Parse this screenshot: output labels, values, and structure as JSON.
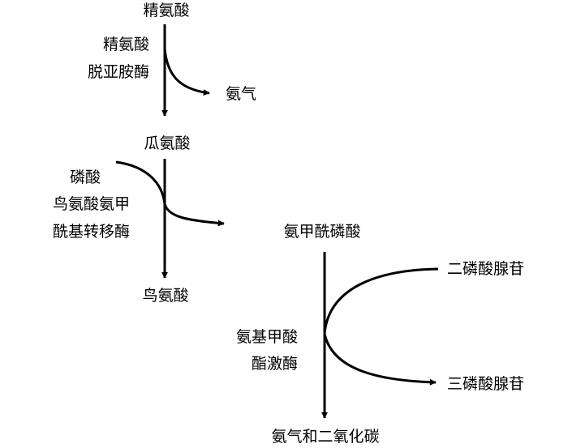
{
  "nodes": {
    "arginine": "精氨酸",
    "citrulline": "瓜氨酸",
    "ornithine": "鸟氨酸",
    "carbamoyl_phosphate": "氨甲酰磷酸",
    "ammonia_co2": "氨气和二氧化碳"
  },
  "side_products": {
    "ammonia": "氨气",
    "phosphate": "磷酸",
    "adp": "二磷酸腺苷",
    "atp": "三磷酸腺苷"
  },
  "enzymes": {
    "arginine_deiminase": [
      "精氨酸",
      "脱亚胺酶"
    ],
    "ornithine_transcarbamylase": [
      "鸟氨酸氨甲",
      "酰基转移酶"
    ],
    "carbamate_kinase": [
      "氨基甲酸",
      "酯激酶"
    ]
  },
  "colors": {
    "ink": "#000000",
    "background": "#ffffff"
  }
}
